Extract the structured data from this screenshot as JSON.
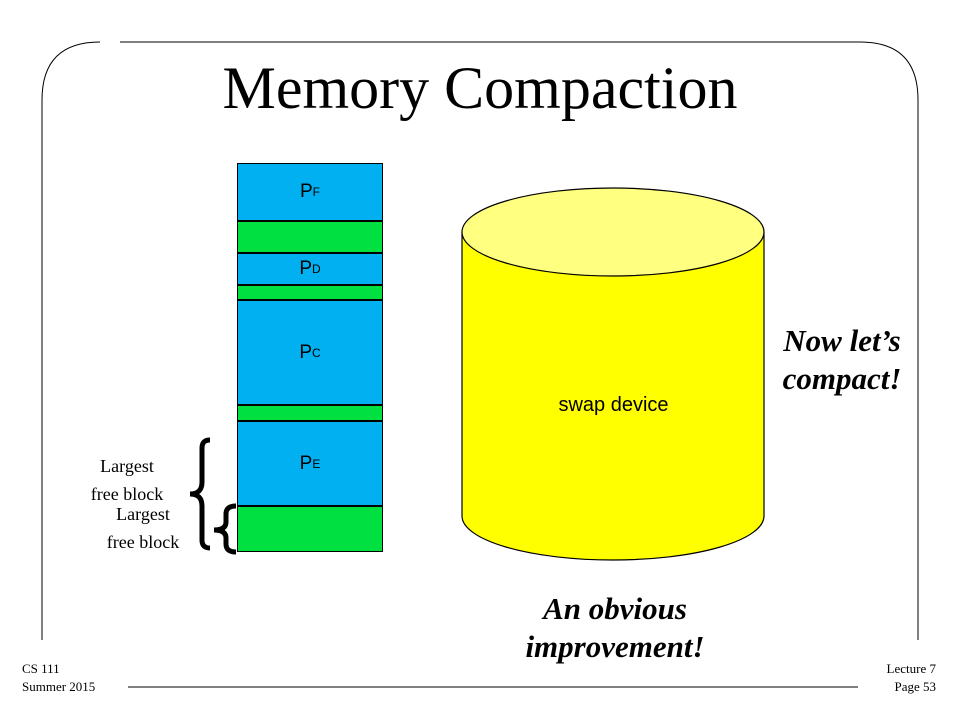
{
  "slide": {
    "title": "Memory Compaction",
    "swap_label": "swap device",
    "callout_right": [
      "Now let’s",
      "compact!"
    ],
    "callout_bottom": [
      "An obvious",
      "improvement!"
    ],
    "free_label_1": [
      "Largest",
      "free block"
    ],
    "free_label_2": [
      "Largest",
      "free block"
    ]
  },
  "memory": {
    "segments": [
      {
        "type": "process",
        "letter": "P",
        "sub": "F"
      },
      {
        "type": "free"
      },
      {
        "type": "process",
        "letter": "P",
        "sub": "D"
      },
      {
        "type": "free"
      },
      {
        "type": "process",
        "letter": "P",
        "sub": "C"
      },
      {
        "type": "free"
      },
      {
        "type": "process",
        "letter": "P",
        "sub": "E"
      },
      {
        "type": "free"
      }
    ]
  },
  "footer": {
    "course": "CS 111",
    "term": "Summer 2015",
    "lecture": "Lecture 7",
    "page": "Page 53"
  },
  "colors": {
    "process": "#00b0f0",
    "free": "#00e040",
    "swap": "#ffff00"
  }
}
